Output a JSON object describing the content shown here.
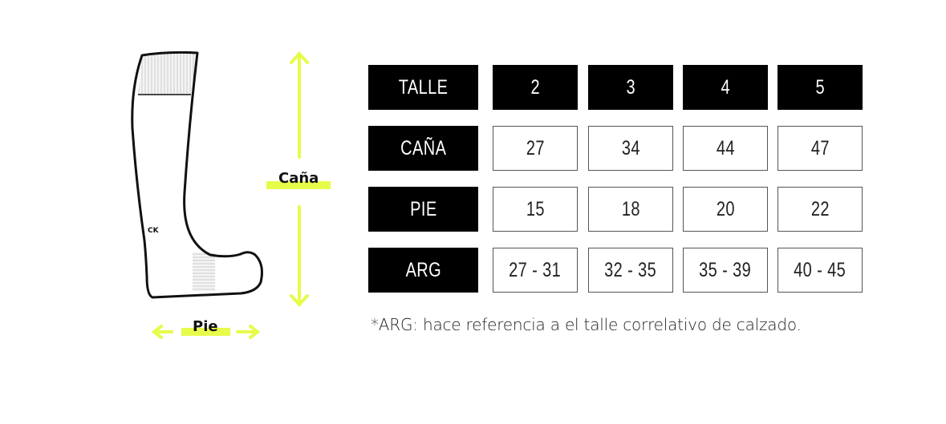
{
  "diagram": {
    "cana_label": "Caña",
    "pie_label": "Pie",
    "logo_text": "CK",
    "accent_color": "#e6fb4a"
  },
  "table": {
    "header": [
      "TALLE",
      "2",
      "3",
      "4",
      "5"
    ],
    "rows": [
      {
        "label": "CAÑA",
        "values": [
          "27",
          "34",
          "44",
          "47"
        ]
      },
      {
        "label": "PIE",
        "values": [
          "15",
          "18",
          "20",
          "22"
        ]
      },
      {
        "label": "ARG",
        "values": [
          "27 - 31",
          "32 - 35",
          "35 - 39",
          "40 - 45"
        ]
      }
    ]
  },
  "footnote": "*ARG: hace referencia a el talle correlativo de calzado."
}
